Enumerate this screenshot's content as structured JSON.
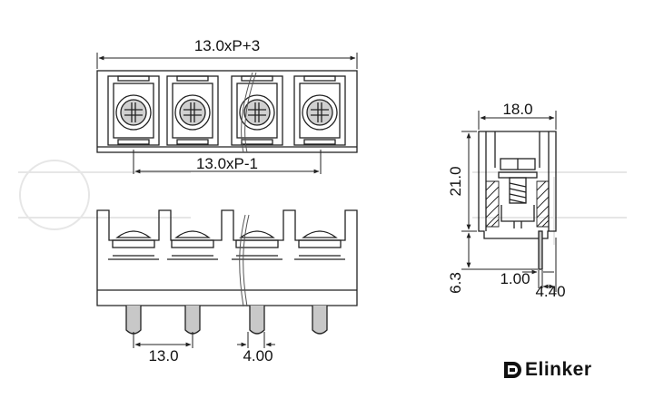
{
  "dimensions": {
    "overall_length": "13.0xP+3",
    "pitch_span": "13.0xP-1",
    "pin_pitch": "13.0",
    "pin_width": "4.00",
    "body_depth": "18.0",
    "body_height": "21.0",
    "pin_length": "6.3",
    "pin_thickness": "1.00",
    "pin_offset": "4.40"
  },
  "brand": {
    "name": "Elinker"
  },
  "colors": {
    "line": "#222222",
    "pin_fill": "#c8c8c8",
    "watermark": "#e6e6e6"
  }
}
